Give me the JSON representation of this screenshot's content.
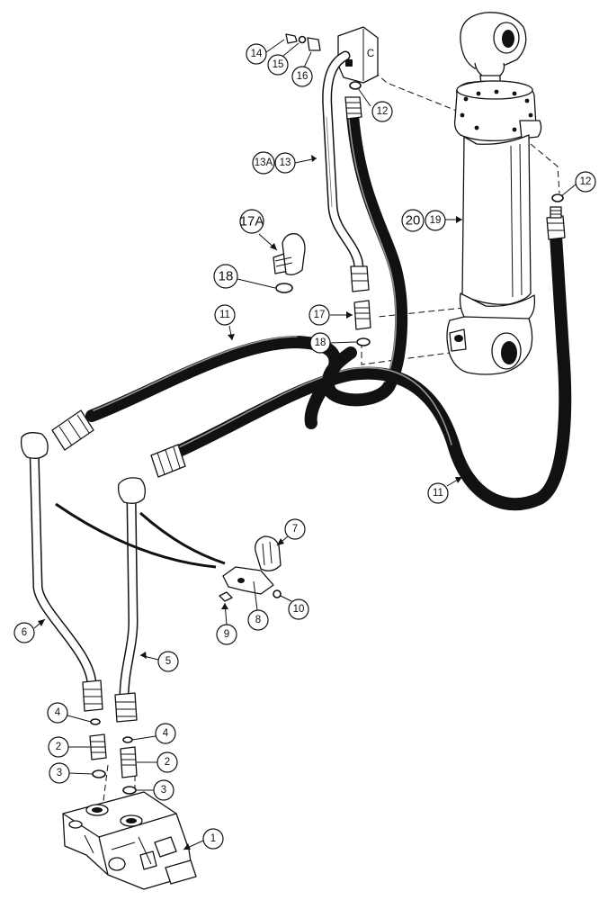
{
  "callouts": {
    "c1": "1",
    "c2a": "2",
    "c2b": "2",
    "c3a": "3",
    "c3b": "3",
    "c4a": "4",
    "c4b": "4",
    "c5": "5",
    "c6": "6",
    "c7": "7",
    "c8": "8",
    "c9": "9",
    "c10": "10",
    "c11a": "11",
    "c11b": "11",
    "c12a": "12",
    "c12b": "12",
    "c13": "13",
    "c13A": "13A",
    "c14": "14",
    "c15": "15",
    "c16": "16",
    "c17": "17",
    "c17A": "17A",
    "c18a": "18",
    "c18b": "18",
    "c19": "19",
    "c20": "20"
  },
  "markings": {
    "bracket_letter": "C"
  }
}
